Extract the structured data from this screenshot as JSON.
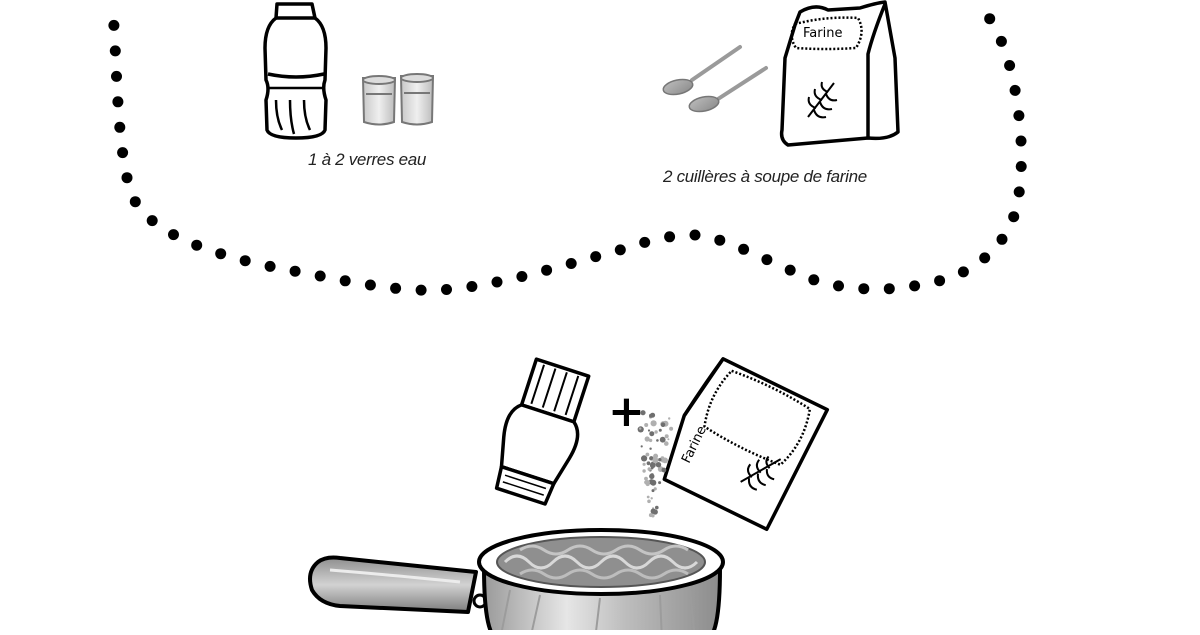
{
  "captions": {
    "water": "1 à 2 verres eau",
    "flour": "2 cuillères à soupe de farine"
  },
  "labels": {
    "flour_bag_top": "Farine",
    "flour_bag_pour": "Farine",
    "plus_sign": "+"
  },
  "icons": [
    "water-bottle-icon",
    "glass-icon",
    "spoon-icon",
    "flour-bag-icon",
    "wheat-icon",
    "salt-shaker-icon",
    "saucepan-icon"
  ],
  "colors": {
    "ink": "#000000",
    "text": "#222222",
    "gray": "#9a9a9a",
    "background": "#ffffff"
  }
}
